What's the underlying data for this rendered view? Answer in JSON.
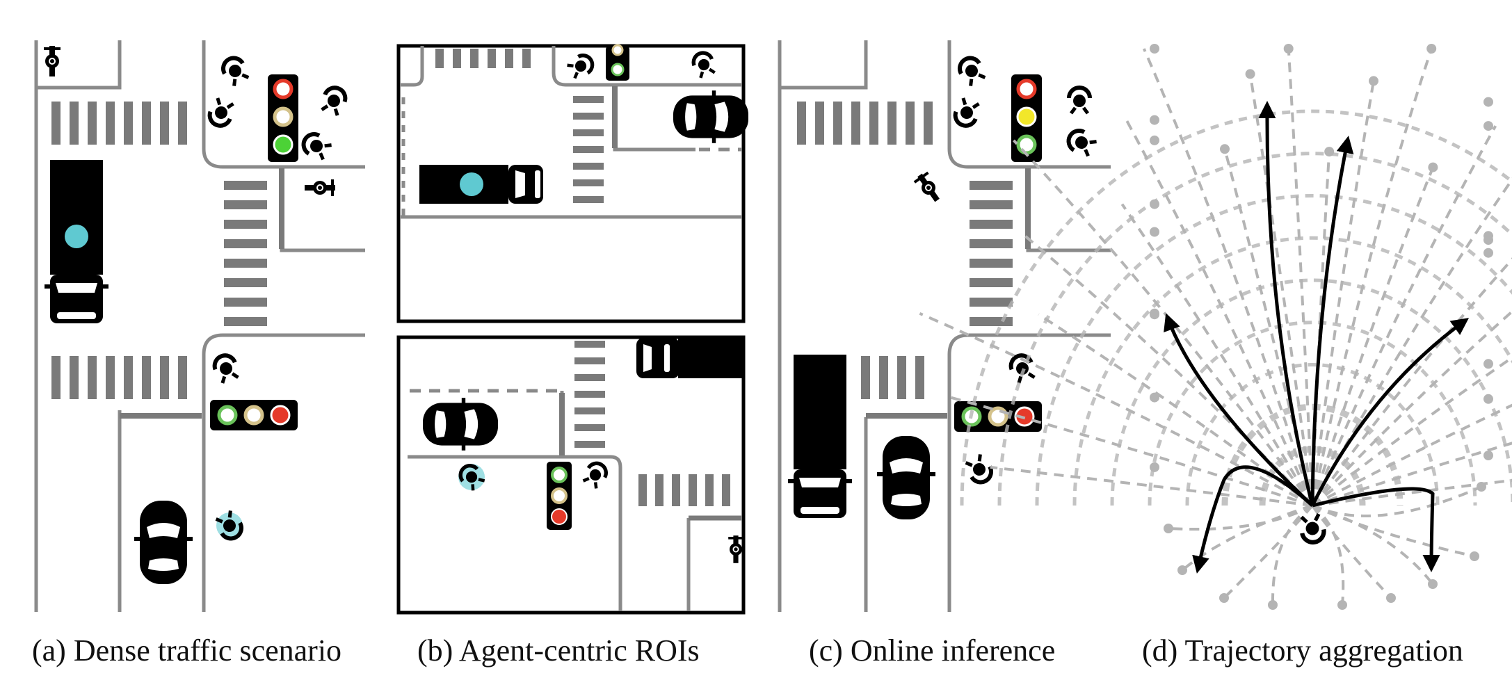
{
  "panels": [
    {
      "id": "a",
      "caption": "(a) Dense traffic scenario"
    },
    {
      "id": "b",
      "caption": "(b) Agent-centric ROIs"
    },
    {
      "id": "c",
      "caption": "(c) Online inference"
    },
    {
      "id": "d",
      "caption": "(d) Trajectory aggregation"
    }
  ],
  "colors": {
    "road_line": "#8a8a8a",
    "crosswalk": "#7a7a7a",
    "agent_highlight": "#5fc9d1",
    "light_red": "#e53a2a",
    "light_yellow": "#f2e72a",
    "light_green": "#4cd236",
    "light_off": "#ffffff",
    "trajectory_gray": "#b4b4b4",
    "arrow": "#000000"
  }
}
